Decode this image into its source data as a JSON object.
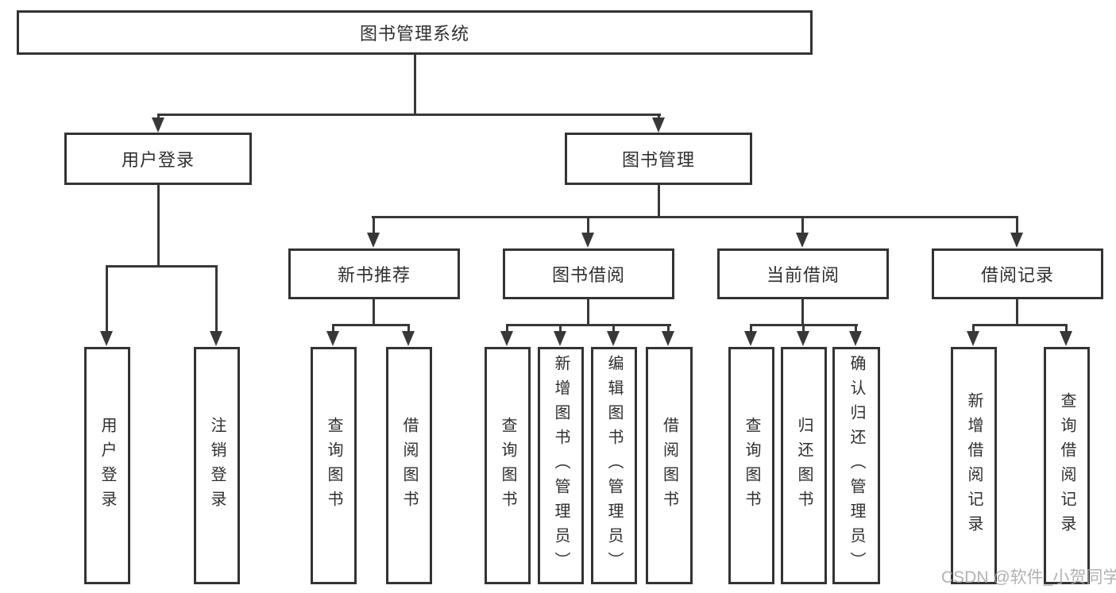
{
  "diagram_title": "图书管理系统",
  "colors": {
    "border": "#333333",
    "line": "#383838",
    "text": "#2f2f2f",
    "watermark": "#a8a8a8",
    "background": "#ffffff"
  },
  "nodes": {
    "root": "图书管理系统",
    "level2": [
      "用户登录",
      "图书管理"
    ],
    "level3": [
      "新书推荐",
      "图书借阅",
      "当前借阅",
      "借阅记录"
    ],
    "leaves": [
      "用户登录",
      "注销登录",
      "查询图书",
      "借阅图书",
      "查询图书",
      "新增图书（管理员）",
      "编辑图书（管理员）",
      "借阅图书",
      "查询图书",
      "归还图书",
      "确认归还（管理员）",
      "新增借阅记录",
      "查询借阅记录"
    ]
  },
  "hierarchy": [
    {
      "parent": "图书管理系统",
      "children": [
        "用户登录",
        "图书管理"
      ]
    },
    {
      "parent": "用户登录",
      "children": [
        "用户登录",
        "注销登录"
      ]
    },
    {
      "parent": "图书管理",
      "children": [
        "新书推荐",
        "图书借阅",
        "当前借阅",
        "借阅记录"
      ]
    },
    {
      "parent": "新书推荐",
      "children": [
        "查询图书",
        "借阅图书"
      ]
    },
    {
      "parent": "图书借阅",
      "children": [
        "查询图书",
        "新增图书（管理员）",
        "编辑图书（管理员）",
        "借阅图书"
      ]
    },
    {
      "parent": "当前借阅",
      "children": [
        "查询图书",
        "归还图书",
        "确认归还（管理员）"
      ]
    },
    {
      "parent": "借阅记录",
      "children": [
        "新增借阅记录",
        "查询借阅记录"
      ]
    }
  ],
  "watermark": {
    "text": "CSDN @软件_小贺同学"
  }
}
